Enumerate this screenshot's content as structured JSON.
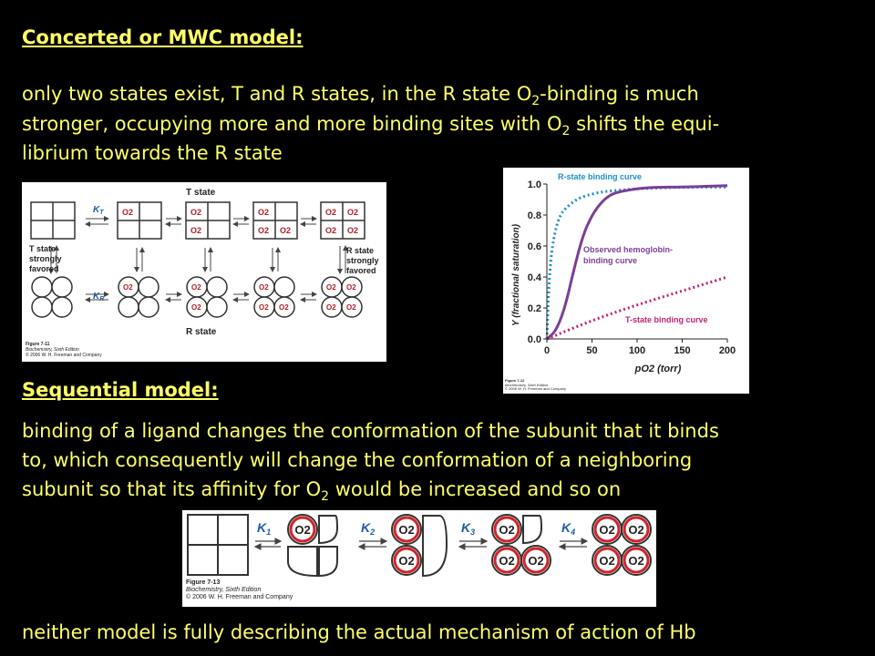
{
  "heading_concerted": "Concerted or MWC model:",
  "concerted_lines": [
    "only two states exist, T and R states, in the R state O",
    "-binding is much",
    "stronger, occupying more and more binding sites with O",
    " shifts the equi-",
    "librium towards the R state"
  ],
  "sub2": "2",
  "heading_sequential": "Sequential model:",
  "sequential_lines": [
    "binding of a ligand changes the conformation of the subunit that it binds",
    "to, which consequently will change the conformation of a neighboring",
    "subunit so that its affinity for O",
    " would be increased and so on"
  ],
  "conclusion": "neither model is fully describing the actual mechanism of action of Hb",
  "figure_711": {
    "top_label": "T state",
    "bottom_label": "R state",
    "left_label": [
      "T state",
      "strongly",
      "favored"
    ],
    "right_label": [
      "R state",
      "strongly",
      "favored"
    ],
    "k_top": "K",
    "k_top_sub": "T",
    "k_bottom": "K",
    "k_bottom_sub": "R",
    "o2": "O2",
    "caption_fig": "Figure 7-11",
    "caption_book": "Biochemistry, Sixth Edition",
    "caption_pub": "© 2006 W. H. Freeman and Company"
  },
  "figure_712": {
    "ylabel": "Y (fractional saturation)",
    "xlabel": "pO2 (torr)",
    "r_label": "R-state binding curve",
    "obs_label": [
      "Observed hemoglobin-",
      "binding curve"
    ],
    "t_label": "T-state binding curve",
    "caption_fig": "Figure 7-12",
    "caption_book": "Biochemistry, Sixth Edition",
    "caption_pub": "© 2006 W. H. Freeman and Company",
    "colors": {
      "r_curve": "#1a8fc8",
      "obs_curve": "#7a3f98",
      "t_curve": "#c4207a"
    }
  },
  "figure_713": {
    "k_labels": [
      "K",
      "K",
      "K",
      "K"
    ],
    "k_subs": [
      "1",
      "2",
      "3",
      "4"
    ],
    "o2": "O2",
    "caption_fig": "Figure 7-13",
    "caption_book": "Biochemistry, Sixth Edition",
    "caption_pub": "© 2006 W. H. Freeman and Company",
    "colors": {
      "k": "#1b5fa8",
      "circle": "#d2232a"
    }
  },
  "chart_data": {
    "type": "line",
    "title": "",
    "xlabel": "pO2 (torr)",
    "ylabel": "Y (fractional saturation)",
    "xlim": [
      0,
      200
    ],
    "ylim": [
      0,
      1.0
    ],
    "xticks": [
      0,
      50,
      100,
      150,
      200
    ],
    "yticks": [
      0.0,
      0.2,
      0.4,
      0.6,
      0.8,
      1.0
    ],
    "series": [
      {
        "name": "R-state binding curve",
        "style": "dotted",
        "color": "#1a8fc8",
        "x": [
          0,
          2,
          5,
          10,
          15,
          20,
          30,
          40,
          60,
          80,
          100,
          150,
          200
        ],
        "y": [
          0,
          0.33,
          0.56,
          0.72,
          0.8,
          0.84,
          0.89,
          0.92,
          0.95,
          0.96,
          0.97,
          0.98,
          0.98
        ]
      },
      {
        "name": "Observed hemoglobin-binding curve",
        "style": "solid",
        "color": "#7a3f98",
        "x": [
          0,
          10,
          20,
          30,
          40,
          50,
          60,
          70,
          80,
          90,
          100,
          120,
          150,
          200
        ],
        "y": [
          0,
          0.05,
          0.2,
          0.45,
          0.67,
          0.8,
          0.88,
          0.93,
          0.95,
          0.96,
          0.97,
          0.98,
          0.98,
          0.99
        ]
      },
      {
        "name": "T-state binding curve",
        "style": "dotted",
        "color": "#c4207a",
        "x": [
          0,
          50,
          100,
          150,
          200
        ],
        "y": [
          0,
          0.12,
          0.22,
          0.31,
          0.4
        ]
      }
    ]
  }
}
